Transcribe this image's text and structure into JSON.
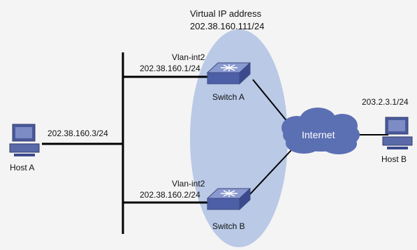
{
  "vip": {
    "title": "Virtual IP address",
    "address": "202.38.160.111/24"
  },
  "switch_a": {
    "name": "Switch A",
    "iface": "Vlan-int2",
    "ip": "202.38.160.1/24"
  },
  "switch_b": {
    "name": "Switch B",
    "iface": "Vlan-int2",
    "ip": "202.38.160.2/24"
  },
  "host_a": {
    "name": "Host A",
    "ip": "202.38.160.3/24"
  },
  "host_b": {
    "name": "Host B",
    "ip": "203.2.3.1/24"
  },
  "internet": {
    "label": "Internet"
  },
  "colors": {
    "ellipse": "#b9c9e6",
    "cloud": "#5b6fb3",
    "switch": "#5d6fb5",
    "line": "#000000",
    "computer": "#4a5a9a"
  }
}
